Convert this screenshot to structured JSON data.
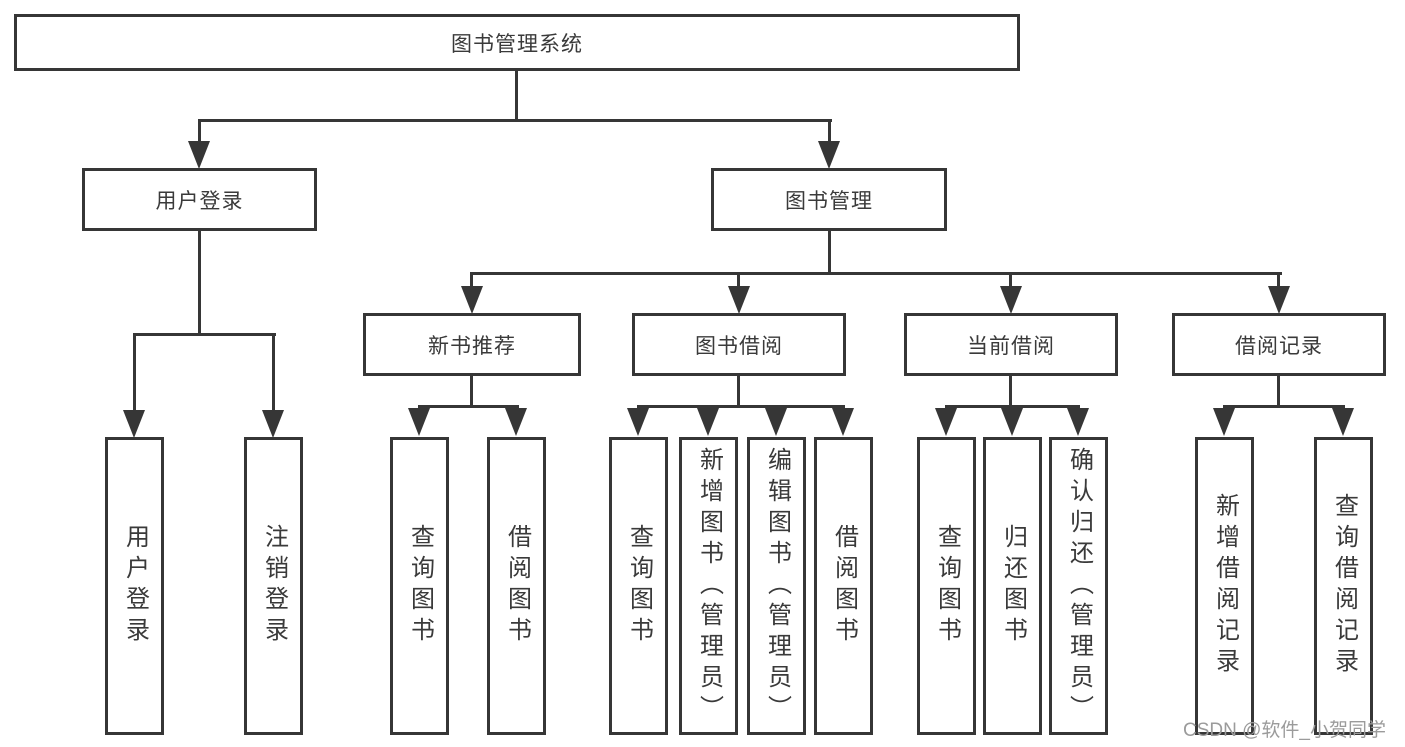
{
  "title": "图书管理系统",
  "level2": {
    "user_login": "用户登录",
    "book_mgmt": "图书管理"
  },
  "user_login_children": [
    "用户登录",
    "注销登录"
  ],
  "groups": [
    {
      "label": "新书推荐",
      "children": [
        "查询图书",
        "借阅图书"
      ]
    },
    {
      "label": "图书借阅",
      "children": [
        "查询图书",
        "新增图书（管理员）",
        "编辑图书（管理员）",
        "借阅图书"
      ]
    },
    {
      "label": "当前借阅",
      "children": [
        "查询图书",
        "归还图书",
        "确认归还（管理员）"
      ]
    },
    {
      "label": "借阅记录",
      "children": [
        "新增借阅记录",
        "查询借阅记录"
      ]
    }
  ],
  "watermark": "CSDN @软件_小贺同学",
  "colors": {
    "line": "#363636",
    "text": "#3a3a3a",
    "watermark": "#9b9b9b",
    "background": "#ffffff"
  }
}
